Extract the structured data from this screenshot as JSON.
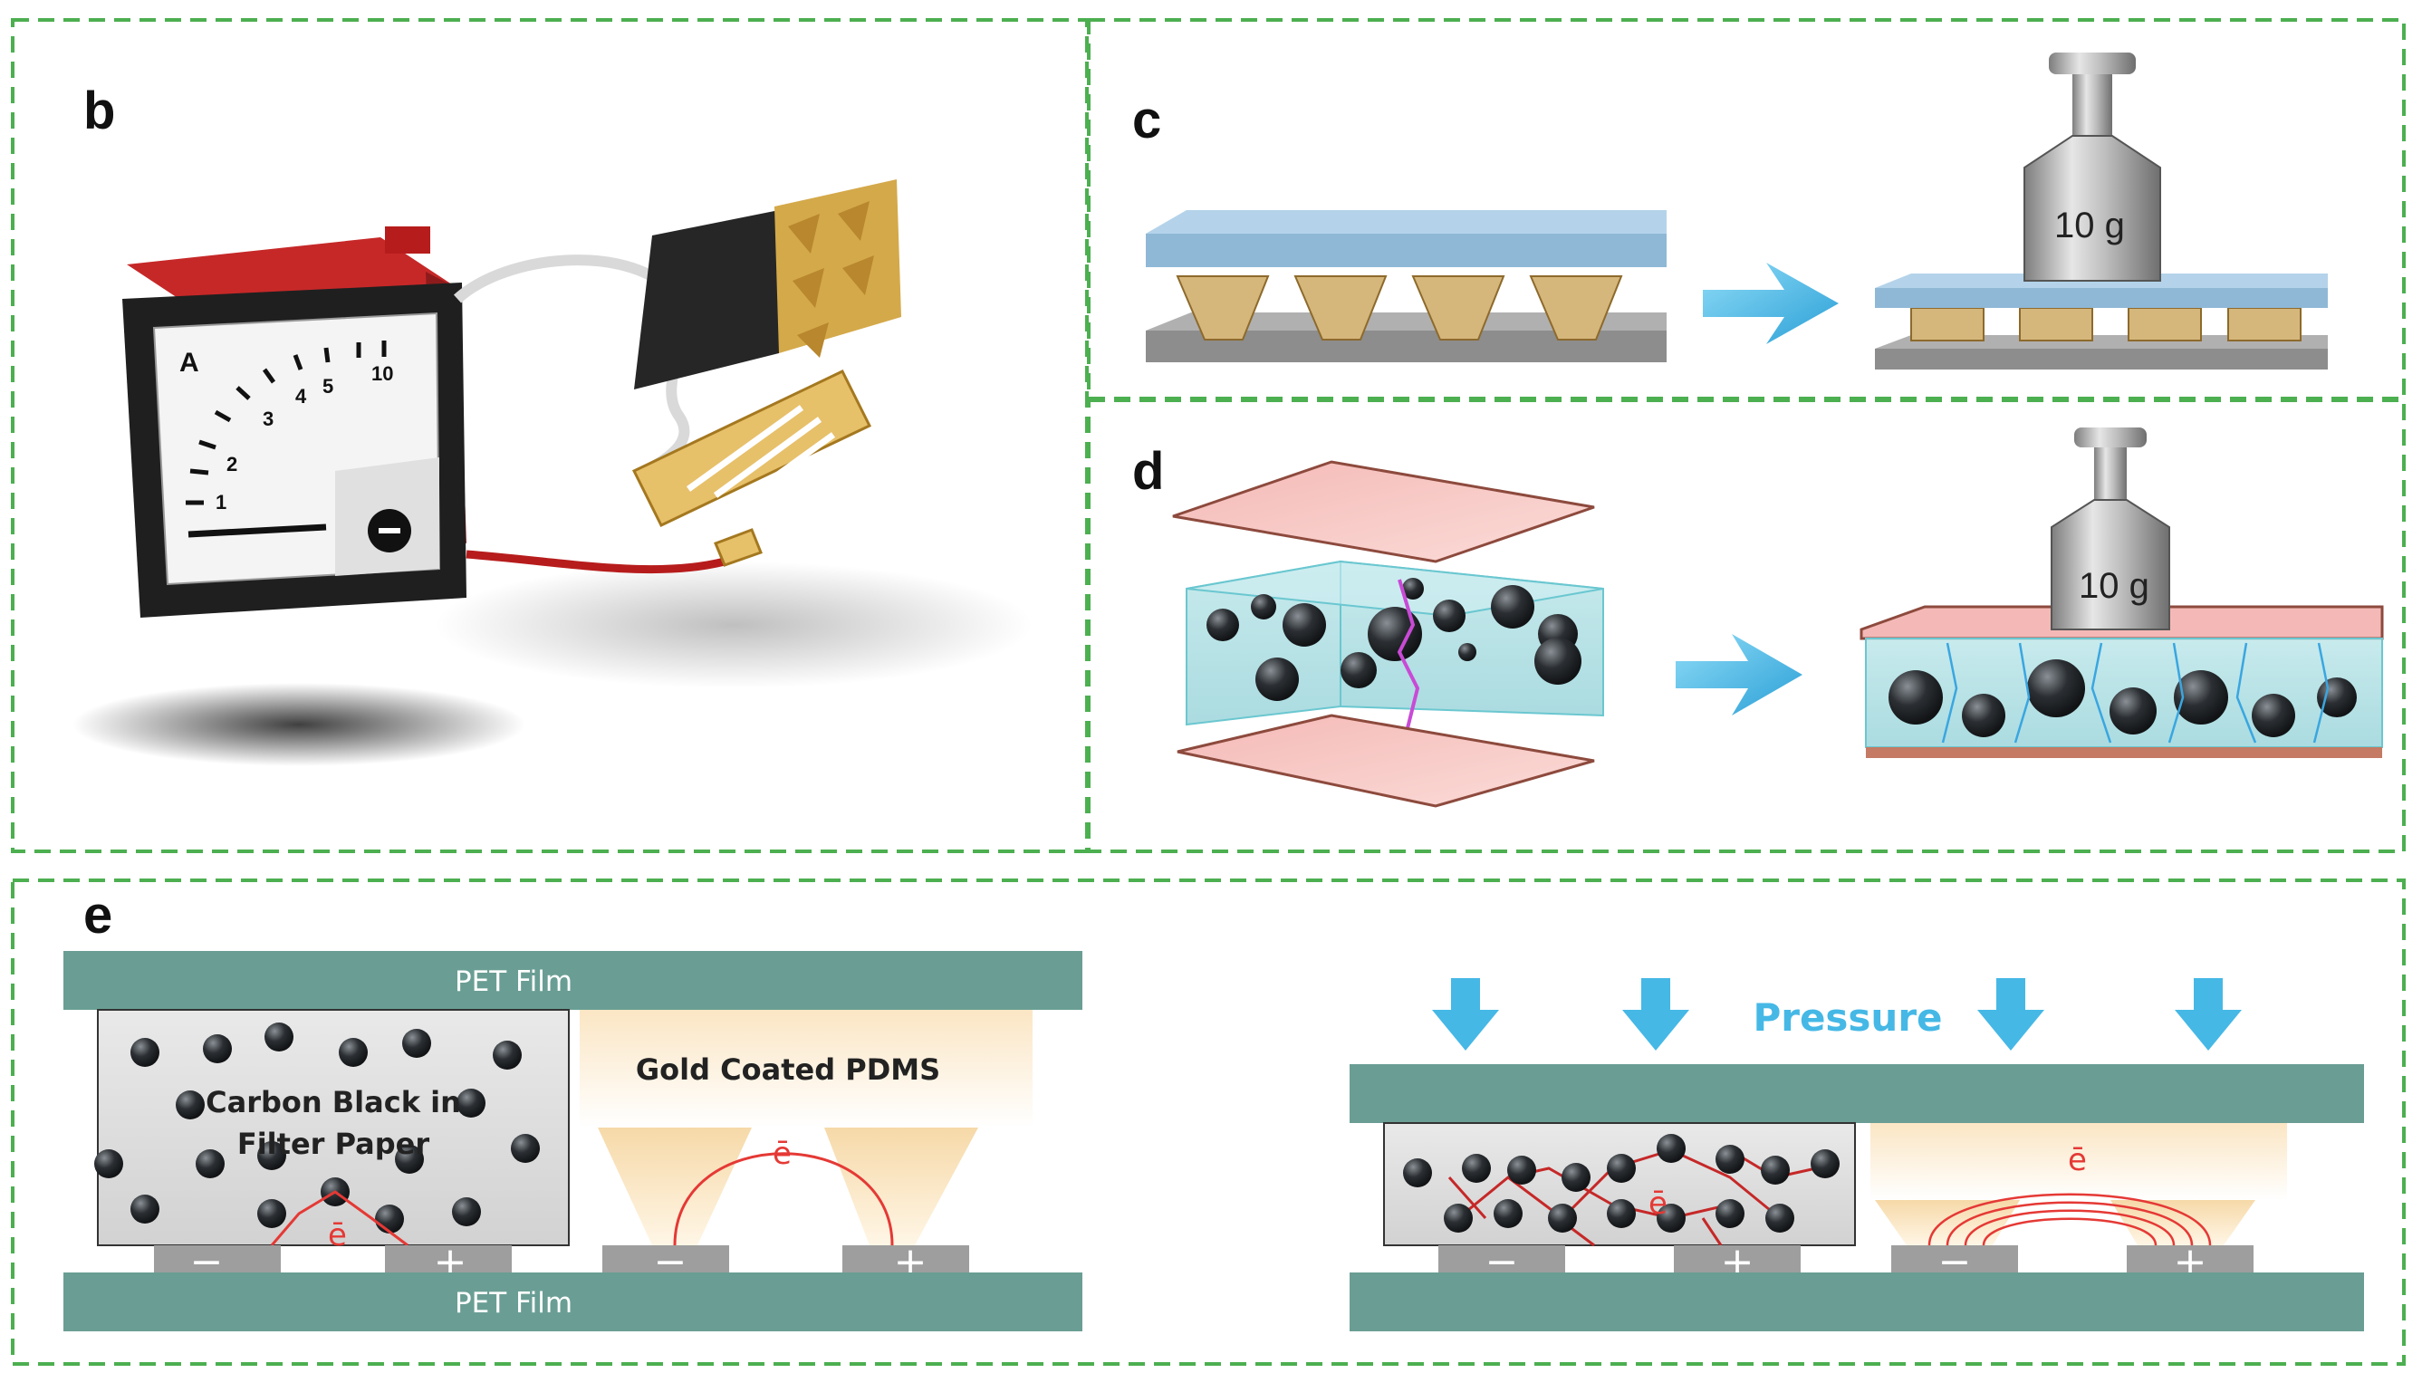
{
  "panels": {
    "b": {
      "letter": "b",
      "dial_unit": "A",
      "dial_numbers": [
        "1",
        "2",
        "3",
        "4",
        "5",
        "10"
      ],
      "minus_symbol": "−"
    },
    "c": {
      "letter": "c",
      "weight_label": "10 g"
    },
    "d": {
      "letter": "d",
      "weight_label": "10 g"
    },
    "e": {
      "letter": "e",
      "pet_top": "PET Film",
      "pet_bottom": "PET Film",
      "carbon_label_1": "Carbon Black in",
      "carbon_label_2": "Filter Paper",
      "gold_label": "Gold Coated PDMS",
      "electron": "ē",
      "minus": "−",
      "plus": "+",
      "pressure": "Pressure"
    }
  },
  "colors": {
    "dashed_border": "#4caf50",
    "pet_film": "#6a9e94",
    "electrode": "#9e9e9e",
    "electron_path": "#e53935",
    "arrow_blue": "#45b8e6",
    "gold": "#d4a94a",
    "particle": "#2b2f33"
  }
}
